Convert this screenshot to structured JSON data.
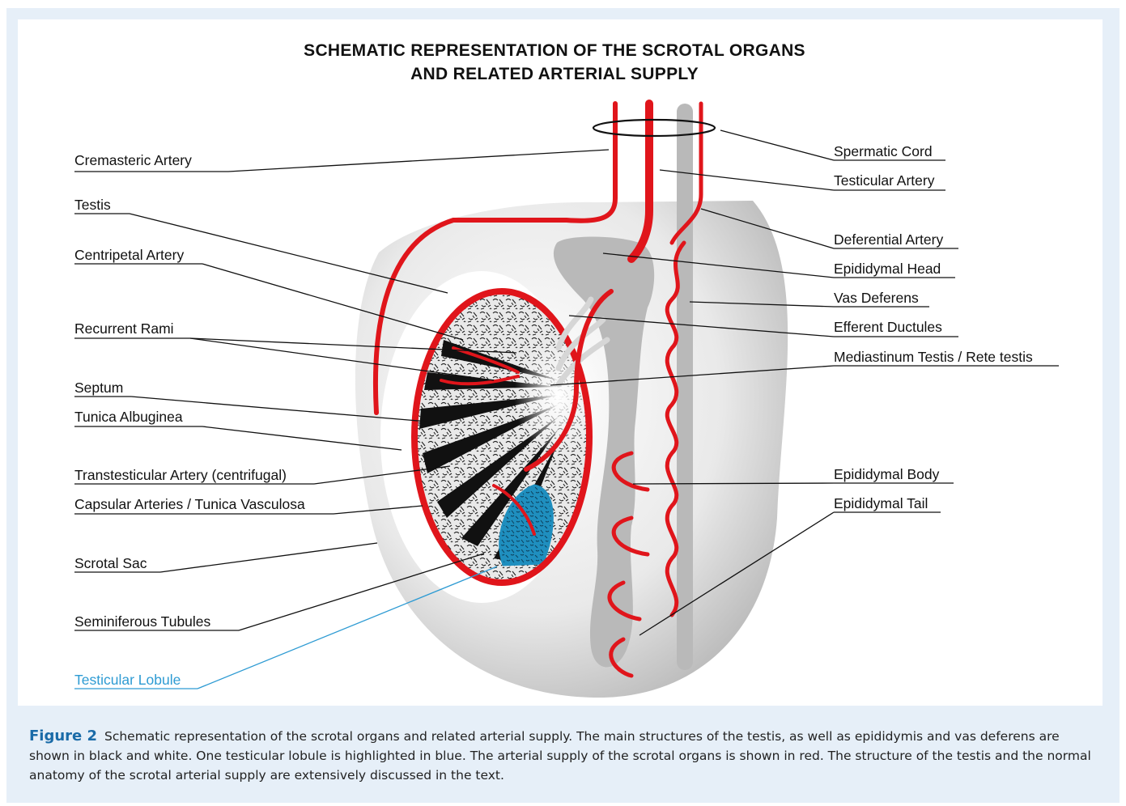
{
  "figure": {
    "title_line1": "SCHEMATIC REPRESENTATION OF THE SCROTAL ORGANS",
    "title_line2": "AND RELATED ARTERIAL SUPPLY",
    "labels_left": [
      "Cremasteric Artery",
      "Testis",
      "Centripetal Artery",
      "Recurrent Rami",
      "Septum",
      "Tunica Albuginea",
      "Transtesticular Artery (centrifugal)",
      "Capsular Arteries / Tunica Vasculosa",
      "Scrotal Sac",
      "Seminiferous Tubules",
      "Testicular Lobule"
    ],
    "labels_right": [
      "Spermatic Cord",
      "Testicular Artery",
      "Deferential Artery",
      "Epididymal Head",
      "Vas Deferens",
      "Efferent Ductules",
      "Mediastinum Testis / Rete testis",
      "Epididymal Body",
      "Epididymal Tail"
    ],
    "colors": {
      "artery": "#e0151b",
      "lobule": "#1f8fbf",
      "structure": "#b8b8b8",
      "frame": "#e6eff8",
      "caption_label": "#1a6ba8"
    }
  },
  "caption": {
    "label": "Figure 2",
    "text": "Schematic representation of the scrotal organs and related arterial supply. The main structures of the testis, as well as epididymis and vas deferens are shown in black and white. One testicular lobule is highlighted in blue. The arterial supply of the scrotal organs is shown in red. The structure of the testis and the normal anatomy of the scrotal arterial supply are extensively discussed in the text."
  }
}
